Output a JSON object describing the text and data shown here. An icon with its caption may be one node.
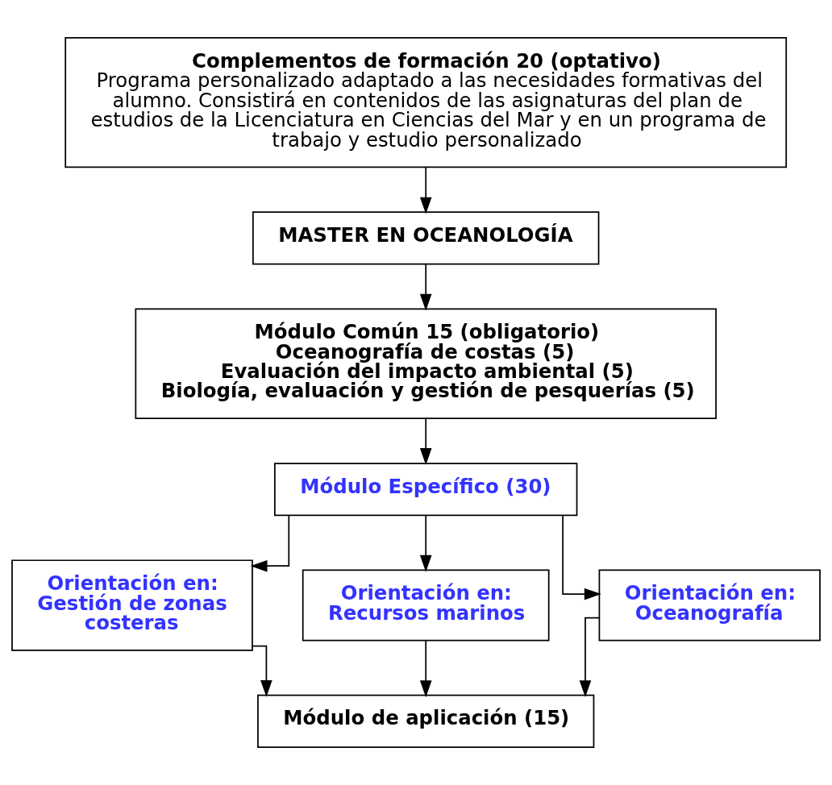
{
  "diagram": {
    "nodes": [
      {
        "text": [
          "Complementos de formación 20 (optativo)",
          "Programa personalizado adaptado a las necesidades formativas del alumno. Consistirá en contenidos de las asignaturas del plan de estudios de la Licenciatura en Ciencias del Mar y en un programa de trabajo y estudio personalizado"
        ]
      },
      {
        "text": [
          "MASTER EN OCEANOLOGÍA"
        ]
      },
      {
        "text": [
          "Módulo Común 15 (obligatorio)",
          "Oceanografía de costas (5)",
          "Evaluación del impacto ambiental (5)",
          "Biología, evaluación y gestión de pesquerías (5)"
        ]
      },
      {
        "text": [
          "Módulo Específico (30)"
        ]
      },
      {
        "text": [
          "Orientación en:",
          "Gestión de zonas costeras"
        ]
      },
      {
        "text": [
          "Orientación en:",
          "Recursos marinos"
        ]
      },
      {
        "text": [
          "Orientación en:",
          "Oceanografía"
        ]
      },
      {
        "text": [
          "Módulo de aplicación (15)"
        ]
      }
    ],
    "edges": [
      {
        "from": 0,
        "to": 1,
        "arrow": "to"
      },
      {
        "from": 1,
        "to": 2,
        "arrow": "to"
      },
      {
        "from": 2,
        "to": 3,
        "arrow": "to"
      },
      {
        "from": 3,
        "to": 4,
        "arrow": "to"
      },
      {
        "from": 3,
        "to": 5,
        "arrow": "to"
      },
      {
        "from": 3,
        "to": 6,
        "arrow": "to"
      },
      {
        "from": 4,
        "to": 7,
        "arrow": "to"
      },
      {
        "from": 5,
        "to": 7,
        "arrow": "to"
      },
      {
        "from": 6,
        "to": 7,
        "arrow": "to"
      }
    ]
  }
}
